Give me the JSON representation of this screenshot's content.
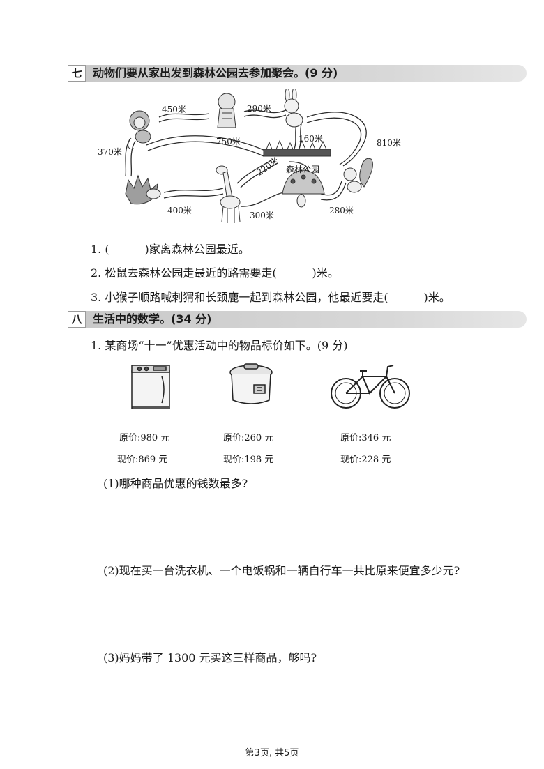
{
  "section7": {
    "number": "七",
    "title": "动物们要从家出发到森林公园去参加聚会。(9 分)",
    "map": {
      "park_label": "森林公园",
      "distances": [
        "450米",
        "290米",
        "370米",
        "750米",
        "160米",
        "810米",
        "220米",
        "400米",
        "300米",
        "280米"
      ]
    },
    "questions": [
      "1. (          )家离森林公园最近。",
      "2. 松鼠去森林公园走最近的路需要走(          )米。",
      "3. 小猴子顺路喊刺猬和长颈鹿一起到森林公园，他最近要走(          )米。"
    ]
  },
  "section8": {
    "number": "八",
    "title": "生活中的数学。(34 分)",
    "intro": "1. 某商场“十一”优惠活动中的物品标价如下。(9 分)",
    "products": [
      {
        "icon": "washing-machine",
        "original": "原价:980 元",
        "current": "现价:869 元"
      },
      {
        "icon": "rice-cooker",
        "original": "原价:260 元",
        "current": "现价:198 元"
      },
      {
        "icon": "bicycle",
        "original": "原价:346 元",
        "current": "现价:228 元"
      }
    ],
    "subquestions": [
      "(1)哪种商品优惠的钱数最多?",
      "(2)现在买一台洗衣机、一个电饭锅和一辆自行车一共比原来便宜多少元?",
      "(3)妈妈带了 1300 元买这三样商品，够吗?"
    ]
  },
  "footer": "第3页, 共5页"
}
